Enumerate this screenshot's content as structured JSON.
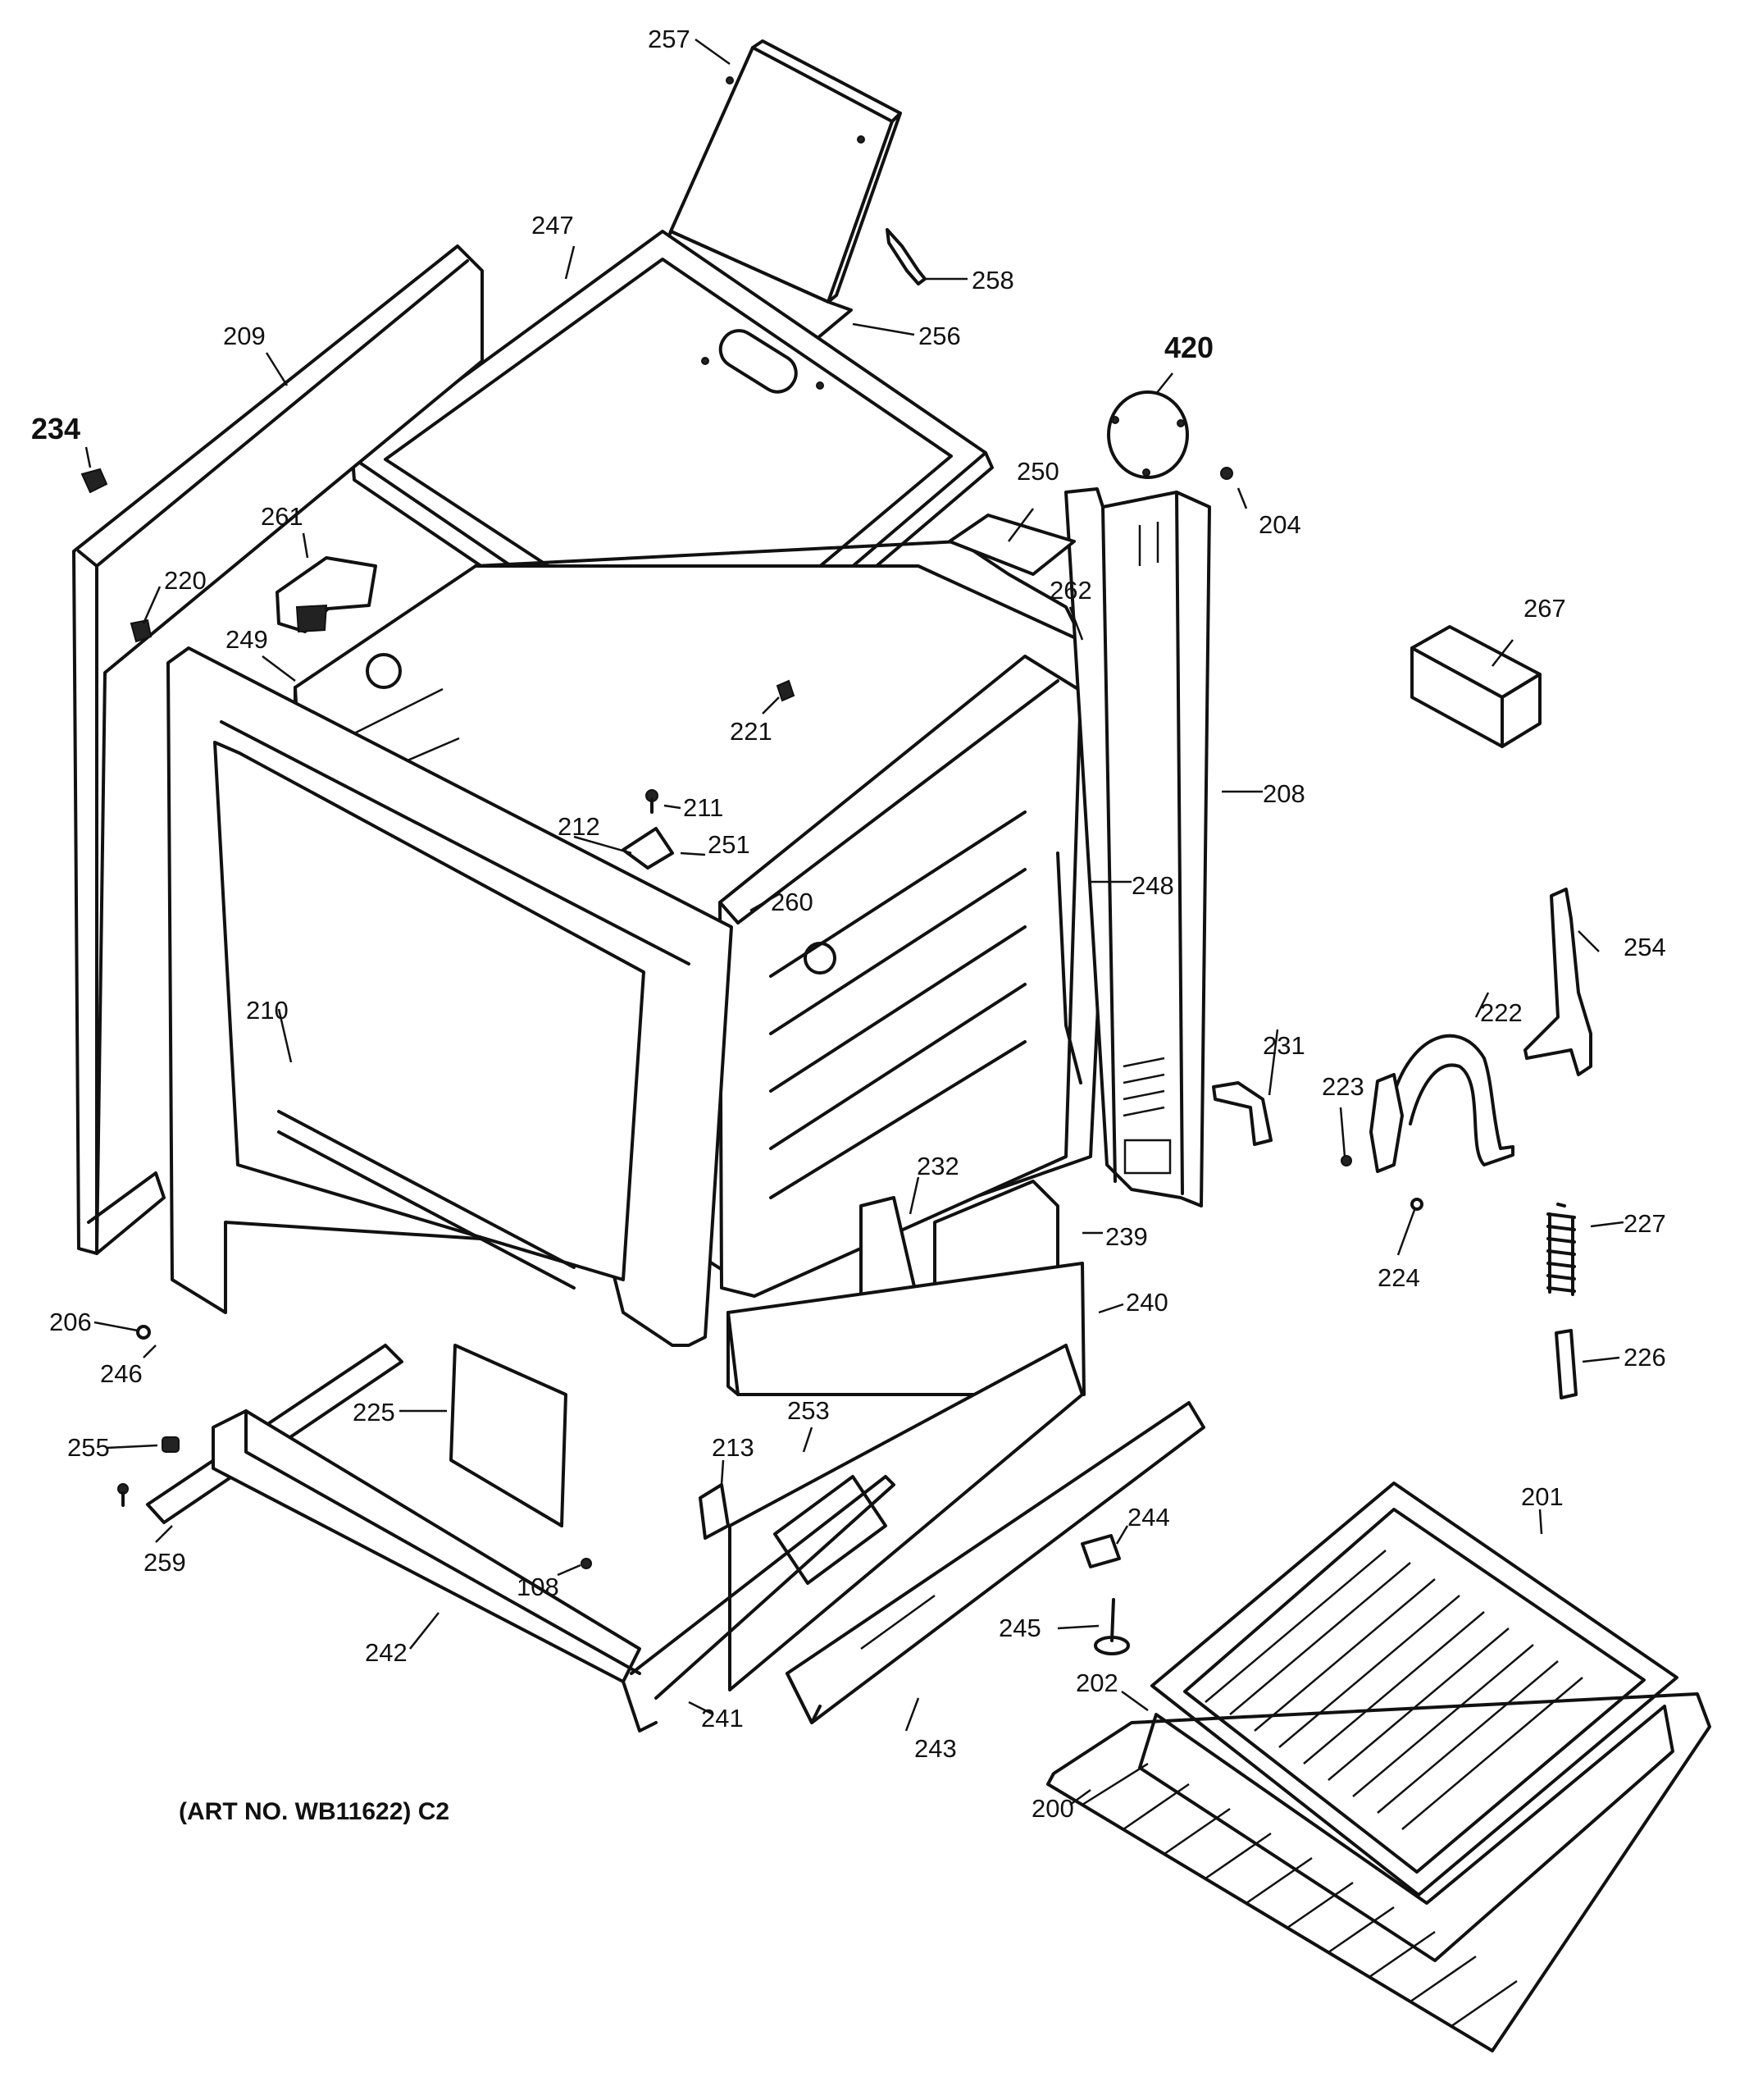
{
  "art_number": "(ART NO. WB11622) C2",
  "labels": {
    "p257": "257",
    "p258": "258",
    "p256": "256",
    "p247": "247",
    "p209": "209",
    "p234": "234",
    "p420": "420",
    "p204": "204",
    "p250": "250",
    "p261": "261",
    "p220": "220",
    "p249": "249",
    "p262": "262",
    "p267": "267",
    "p221": "221",
    "p208": "208",
    "p211": "211",
    "p212": "212",
    "p251": "251",
    "p260": "260",
    "p248": "248",
    "p254": "254",
    "p210": "210",
    "p222": "222",
    "p231": "231",
    "p223": "223",
    "p232": "232",
    "p239": "239",
    "p227": "227",
    "p224": "224",
    "p240": "240",
    "p206": "206",
    "p246": "246",
    "p226": "226",
    "p225": "225",
    "p253": "253",
    "p255": "255",
    "p213": "213",
    "p244": "244",
    "p201": "201",
    "p259": "259",
    "p108": "108",
    "p245": "245",
    "p242": "242",
    "p241": "241",
    "p243": "243",
    "p202": "202",
    "p200": "200"
  }
}
